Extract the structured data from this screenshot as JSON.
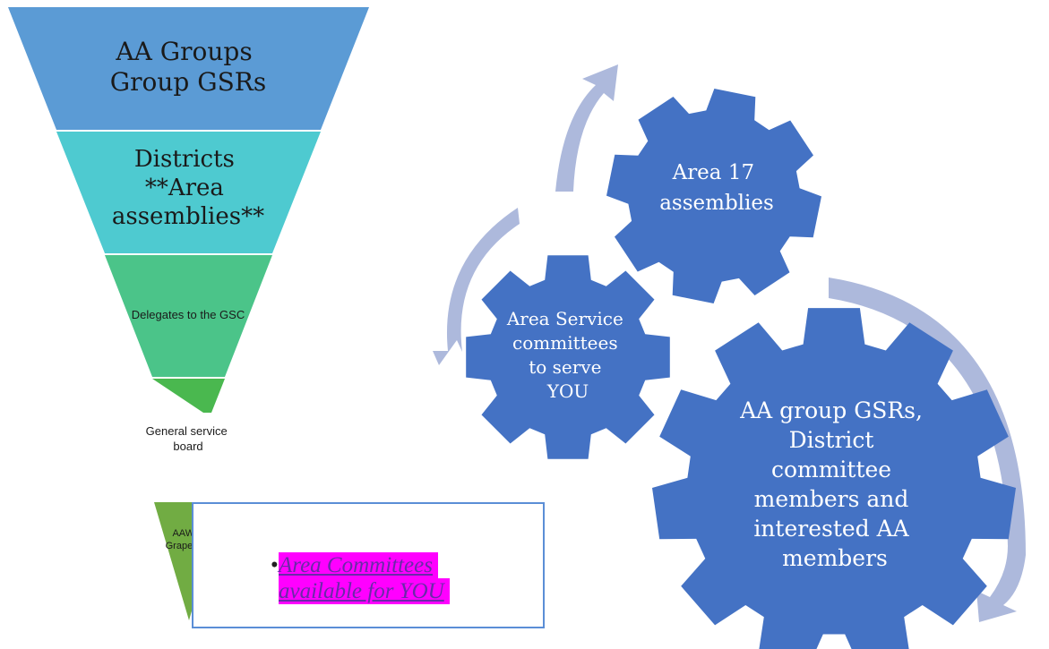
{
  "funnel": {
    "levels": [
      {
        "lines": [
          "AA Groups",
          "Group GSRs"
        ],
        "color": "#5b9bd5"
      },
      {
        "lines": [
          "Districts",
          "**Area",
          "assemblies**"
        ],
        "color": "#4ecad0"
      },
      {
        "lines": [
          "Delegates to the GSC"
        ],
        "color": "#4bc489"
      },
      {
        "lines": [
          "General service",
          "board"
        ],
        "color": "#4ab84f"
      },
      {
        "lines": [
          "AAWS",
          "Grapevine"
        ],
        "color": "#71ac43"
      }
    ]
  },
  "callout": {
    "bullet": "•",
    "lines": [
      "Area Committees",
      "available for YOU"
    ],
    "highlight_color": "#ff00ff",
    "border_color": "#5b8ed6"
  },
  "gears": {
    "color": "#4472c4",
    "arrow_color": "#adb9dc",
    "items": [
      {
        "id": "area-assemblies",
        "lines": [
          "Area 17",
          "assemblies"
        ]
      },
      {
        "id": "area-service",
        "lines": [
          "Area Service",
          "committees",
          "to serve",
          "YOU"
        ]
      },
      {
        "id": "aa-group",
        "lines": [
          "AA group GSRs,",
          "District",
          "committee",
          "members and",
          "interested AA",
          "members"
        ]
      }
    ]
  }
}
